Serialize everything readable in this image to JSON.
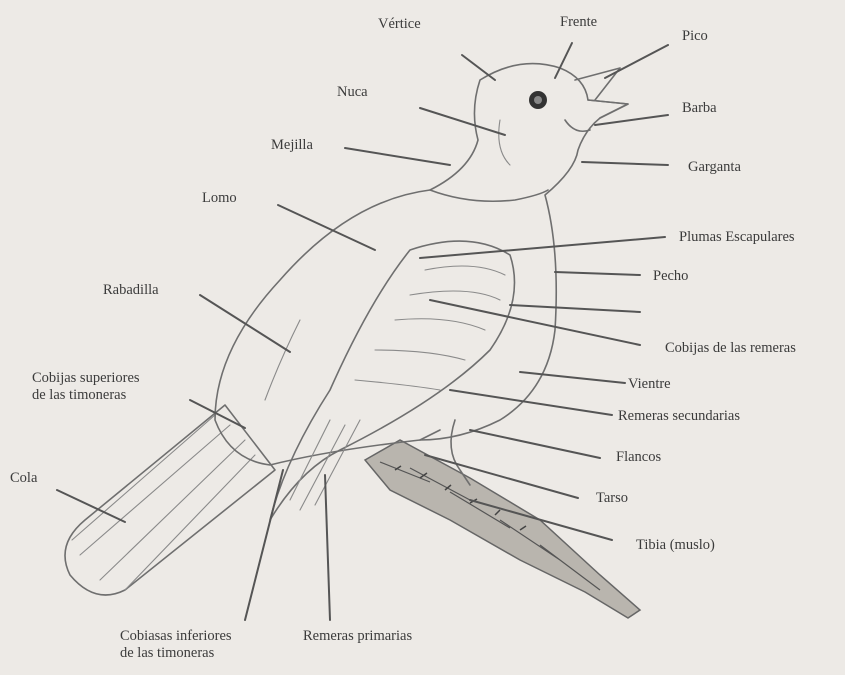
{
  "diagram": {
    "labels": {
      "vertice": "Vértice",
      "frente": "Frente",
      "pico": "Pico",
      "nuca": "Nuca",
      "barba": "Barba",
      "mejilla": "Mejilla",
      "garganta": "Garganta",
      "lomo": "Lomo",
      "plumas_escapulares": "Plumas Escapulares",
      "rabadilla": "Rabadilla",
      "pecho": "Pecho",
      "cobijas_remeras": "Cobijas de las remeras",
      "cobijas_superiores": "Cobijas superiores\nde las timoneras",
      "vientre": "Vientre",
      "remeras_secundarias": "Remeras secundarias",
      "flancos": "Flancos",
      "cola": "Cola",
      "tarso": "Tarso",
      "tibia": "Tibia (muslo)",
      "cobijas_inferiores": "Cobiasas inferiores\nde las timoneras",
      "remeras_primarias": "Remeras primarias"
    }
  }
}
